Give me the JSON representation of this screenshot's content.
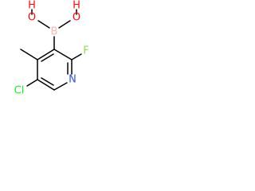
{
  "molecule": {
    "atoms": {
      "H1": {
        "label": "H",
        "color": "#ff0d0d"
      },
      "O1": {
        "label": "O",
        "color": "#ff0d0d"
      },
      "H2": {
        "label": "H",
        "color": "#ff0d0d"
      },
      "O2": {
        "label": "O",
        "color": "#ff0d0d"
      },
      "B": {
        "label": "B",
        "color": "#ffb5b5"
      },
      "F": {
        "label": "F",
        "color": "#90e050"
      },
      "N": {
        "label": "N",
        "color": "#3050f8"
      },
      "Cl": {
        "label": "Cl",
        "color": "#1ff01f"
      }
    },
    "bond_color": "#000000"
  }
}
